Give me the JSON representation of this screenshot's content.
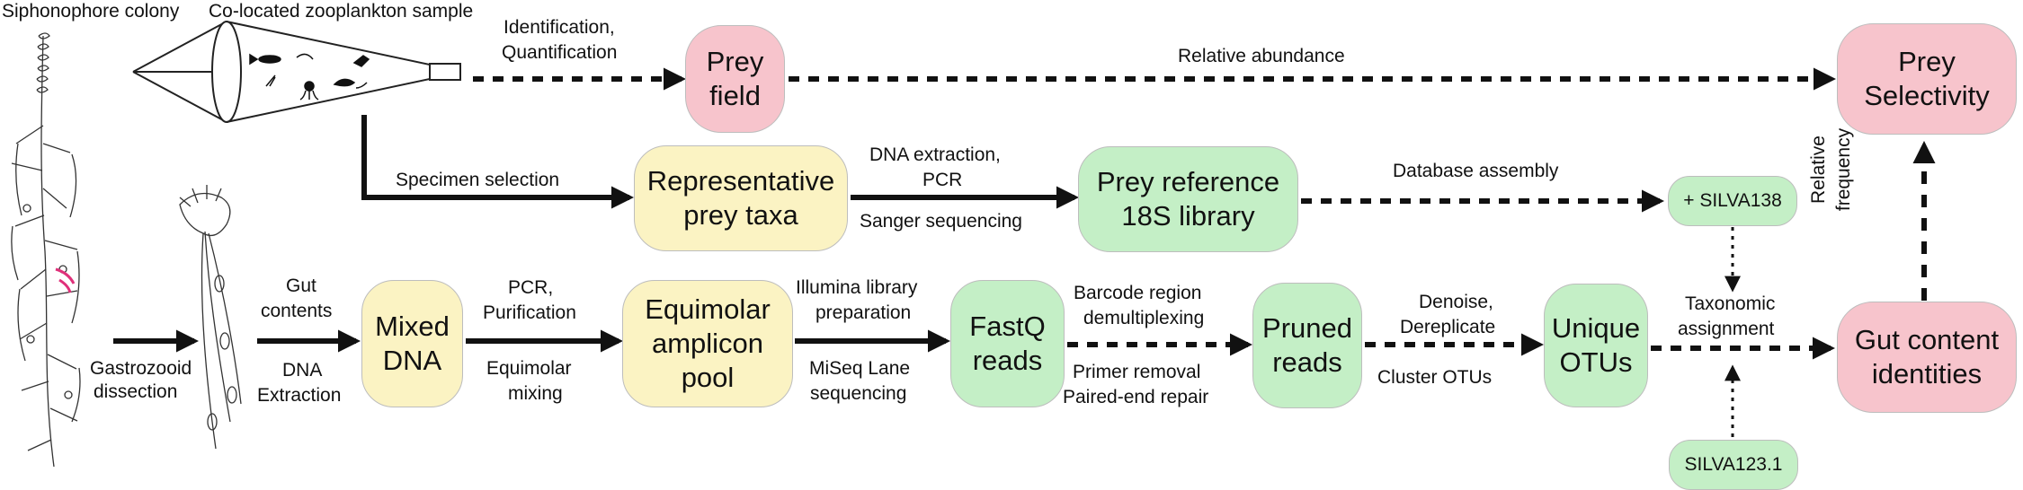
{
  "colors": {
    "pink": "#f7c4cc",
    "yellow": "#fbf3c3",
    "green": "#c4efc6",
    "arrow": "#111111",
    "tentilla_accent": "#e0307a"
  },
  "illustrations": {
    "colony_title": "Siphonophore colony",
    "sample_title": "Co-located zooplankton sample"
  },
  "nodes": {
    "prey_field": "Prey\nfield",
    "prey_selectivity": "Prey\nSelectivity",
    "representative_prey_taxa": "Representative\nprey taxa",
    "prey_reference_library": "Prey reference\n18S library",
    "silva138": "+ SILVA138",
    "mixed_dna": "Mixed\nDNA",
    "equimolar_amplicon_pool": "Equimolar\namplicon\npool",
    "fastq_reads": "FastQ\nreads",
    "pruned_reads": "Pruned\nreads",
    "unique_otus": "Unique\nOTUs",
    "gut_content_identities": "Gut content\nidentities",
    "silva123": "SILVA123.1"
  },
  "edge_labels": {
    "identification": "Identification,",
    "quantification": "Quantification",
    "relative_abundance": "Relative abundance",
    "specimen_selection": "Specimen selection",
    "dna_extraction_pcr_1": "DNA extraction,",
    "dna_extraction_pcr_2": "PCR",
    "sanger_sequencing": "Sanger sequencing",
    "database_assembly": "Database assembly",
    "relative_frequency_1": "Relative",
    "relative_frequency_2": "frequency",
    "gastrozooid_1": "Gastrozooid",
    "gastrozooid_2": "dissection",
    "gut_contents_1": "Gut",
    "gut_contents_2": "contents",
    "dna_extraction_1": "DNA",
    "dna_extraction_2": "Extraction",
    "pcr_purification_1": "PCR,",
    "pcr_purification_2": "Purification",
    "equimolar_mixing_1": "Equimolar",
    "equimolar_mixing_2": "mixing",
    "illumina_1": "Illumina library",
    "illumina_2": "preparation",
    "miseq_1": "MiSeq Lane",
    "miseq_2": "sequencing",
    "barcode_1": "Barcode region",
    "barcode_2": "demultiplexing",
    "primer_removal": "Primer removal",
    "paired_end_repair": "Paired-end repair",
    "denoise_1": "Denoise,",
    "denoise_2": "Dereplicate",
    "cluster_otus": "Cluster OTUs",
    "taxonomic_1": "Taxonomic",
    "taxonomic_2": "assignment"
  }
}
